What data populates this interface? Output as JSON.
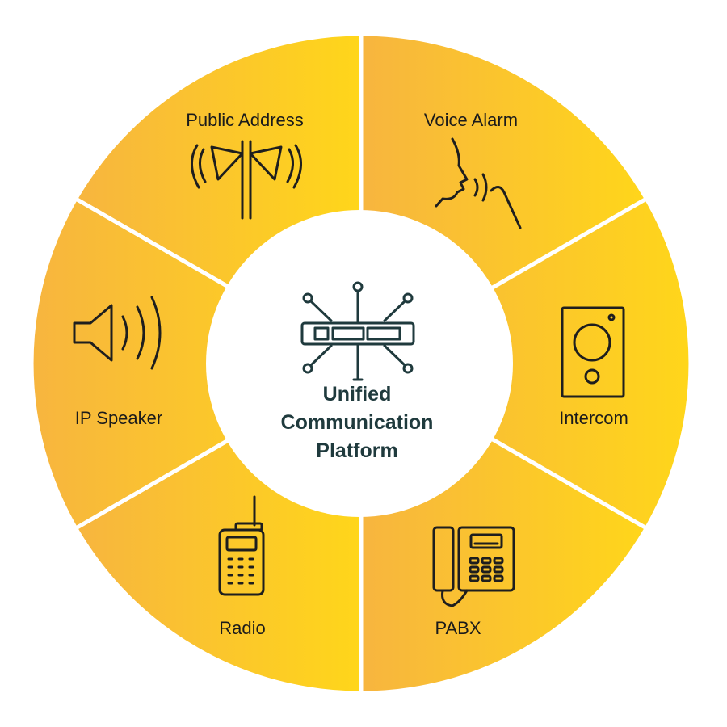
{
  "center": {
    "lines": [
      "Unified",
      "Communication",
      "Platform"
    ],
    "icon": "network-rack-icon"
  },
  "segments": [
    {
      "label": "Public Address",
      "icon": "horn-speakers-icon"
    },
    {
      "label": "Voice Alarm",
      "icon": "voice-face-icon"
    },
    {
      "label": "Intercom",
      "icon": "intercom-panel-icon"
    },
    {
      "label": "PABX",
      "icon": "desk-phone-icon"
    },
    {
      "label": "Radio",
      "icon": "walkie-talkie-icon"
    },
    {
      "label": "IP Speaker",
      "icon": "speaker-icon"
    }
  ],
  "colors": {
    "segment_left": "#F7B53F",
    "segment_right": "#FFD61A",
    "center_text": "#1F3A3D"
  }
}
